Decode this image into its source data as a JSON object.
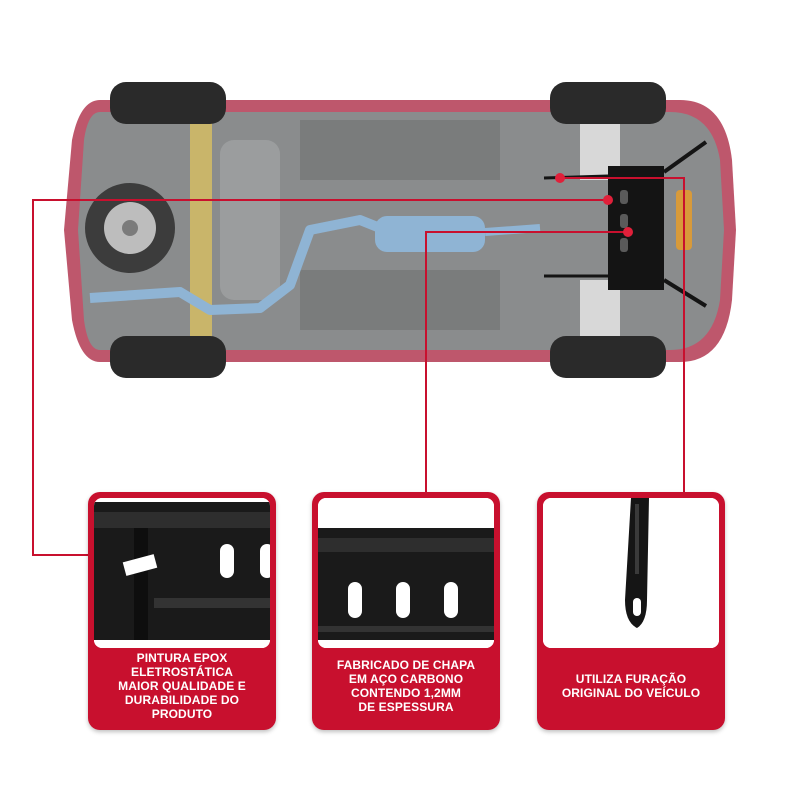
{
  "features": [
    {
      "label": "PINTURA EPOX\nELETROSTÁTICA\nMAIOR QUALIDADE E\nDURABILIDADE DO PRODUTO"
    },
    {
      "label": "FABRICADO DE CHAPA\nEM AÇO CARBONO\nCONTENDO 1,2MM\nDE ESPESSURA"
    },
    {
      "label": "UTILIZA FURAÇÃO\nORIGINAL DO VEÍCULO"
    }
  ],
  "colors": {
    "accent_red": "#c8102e",
    "car_body": "#b33a52",
    "underbody": "#7d7f80",
    "plate": "#141414",
    "exhaust": "#8fb4d4",
    "suspension": "#c9b56a"
  }
}
